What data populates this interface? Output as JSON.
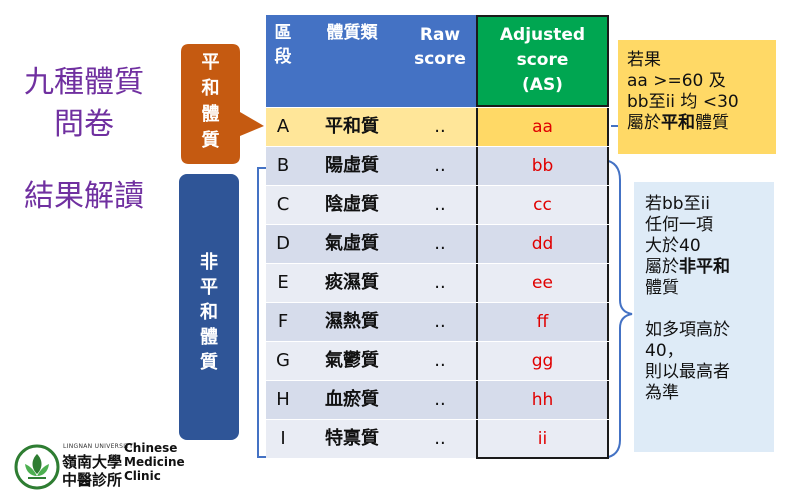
{
  "title": {
    "line1": "九種體質",
    "line2": "問卷",
    "line3": "結果解讀"
  },
  "labels": {
    "balanced": "平\n和\n體\n質",
    "unbalanced": "非\n平\n和\n體\n質"
  },
  "table": {
    "headers": [
      "區\n段",
      "體質類",
      "Raw\nscore",
      "Adjusted\nscore\n(AS)"
    ],
    "rows": [
      {
        "code": "A",
        "type": "平和質",
        "raw": "..",
        "as": "aa"
      },
      {
        "code": "B",
        "type": "陽虛質",
        "raw": "..",
        "as": "bb"
      },
      {
        "code": "C",
        "type": "陰虛質",
        "raw": "..",
        "as": "cc"
      },
      {
        "code": "D",
        "type": "氣虛質",
        "raw": "..",
        "as": "dd"
      },
      {
        "code": "E",
        "type": "痰濕質",
        "raw": "..",
        "as": "ee"
      },
      {
        "code": "F",
        "type": "濕熱質",
        "raw": "..",
        "as": "ff"
      },
      {
        "code": "G",
        "type": "氣鬱質",
        "raw": "..",
        "as": "gg"
      },
      {
        "code": "H",
        "type": "血瘀質",
        "raw": "..",
        "as": "hh"
      },
      {
        "code": "I",
        "type": "特禀質",
        "raw": "..",
        "as": "ii"
      }
    ]
  },
  "note_balanced": {
    "l1": "若果",
    "l2": "aa >=60 及",
    "l3": "bb至ii 均 <30",
    "l4a": "屬於",
    "l4b": "平和",
    "l4c": "體質"
  },
  "note_unbalanced": {
    "l1": "若bb至ii",
    "l2": "任何一項",
    "l3": "大於40",
    "l4a": "屬於",
    "l4b": "非平和",
    "l5": "體質",
    "l6": "如多項高於",
    "l7": "40，",
    "l8": "則以最高者",
    "l9": "為準"
  },
  "logo": {
    "univ": "LINGNAN UNIVERSITY",
    "cn1": "嶺南大學",
    "cn2": "中醫診所",
    "en1": "Chinese",
    "en2": "Medicine",
    "en3": "Clinic"
  },
  "colors": {
    "title": "#7030A0",
    "header_blue": "#4472C4",
    "header_green": "#00A651",
    "row_a": "#FFE699",
    "row_other_a": "#D6DCEB",
    "row_other_b": "#E9ECF4",
    "balanced_box": "#C55A11",
    "unbalanced_box": "#2F5597",
    "note_yellow": "#FFD966",
    "note_blue": "#DEEBF7",
    "score_red": "#E00000"
  }
}
